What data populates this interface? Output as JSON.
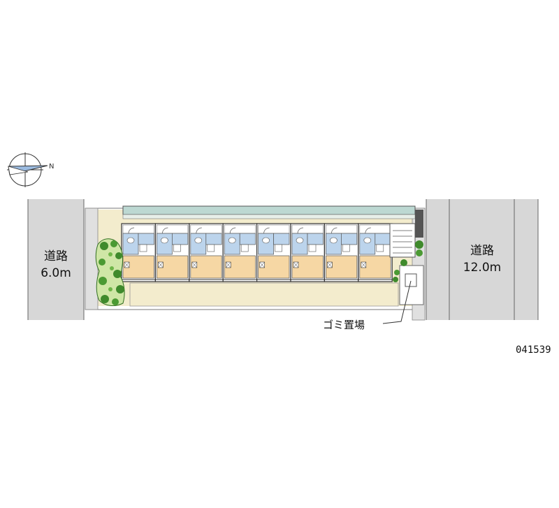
{
  "roads": {
    "left": {
      "name": "道路",
      "width": "6.0m"
    },
    "right": {
      "name": "道路",
      "width": "12.0m"
    }
  },
  "labels": {
    "garbage_area": "ゴミ置場",
    "property_code": "041539"
  },
  "compass": {
    "icon": "north-arrow-icon",
    "north_label": "N"
  },
  "building": {
    "unit_count": 8
  },
  "colors": {
    "road": "#d7d7d7",
    "lot": "#f3eccd",
    "unit_room": "#f6d7a4",
    "unit_wet_area": "#bcd4ec",
    "roof_strip": "#bcd8d2",
    "greenery": "#3f8a2c"
  }
}
